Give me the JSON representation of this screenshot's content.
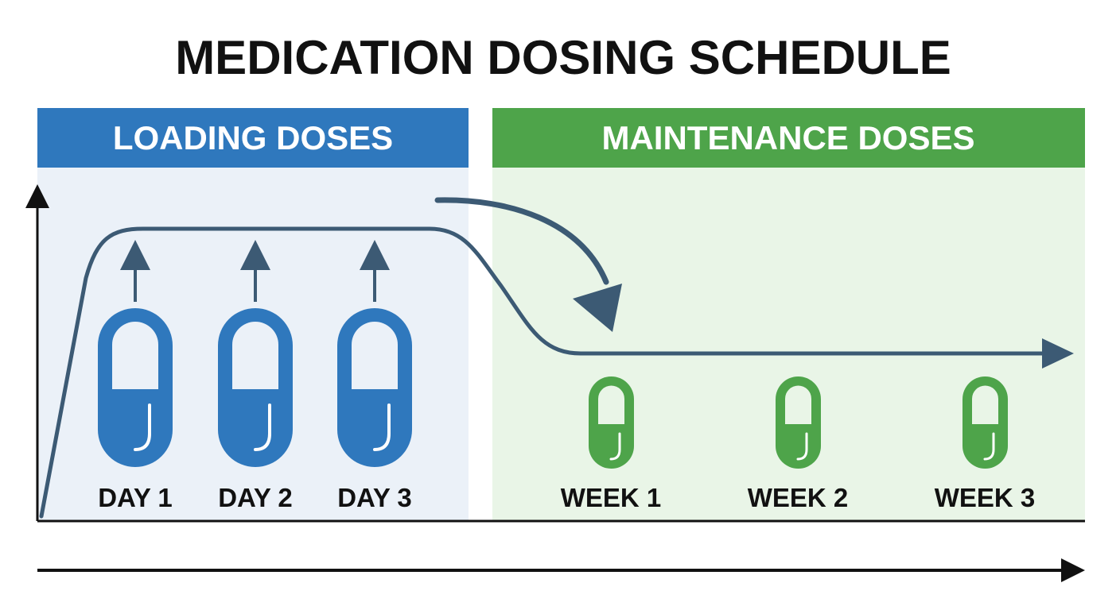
{
  "title": "MEDICATION DOSING SCHEDULE",
  "colors": {
    "loading_accent": "#2f78bd",
    "loading_bg": "#ebf1f8",
    "maintenance_accent": "#4ea44a",
    "maintenance_bg": "#e9f5e7",
    "curve": "#3c5a74",
    "axis": "#111111"
  },
  "phases": [
    {
      "label": "LOADING DOSES",
      "icon": "capsule-icon",
      "doses": [
        {
          "label": "DAY 1"
        },
        {
          "label": "DAY 2"
        },
        {
          "label": "DAY 3"
        }
      ]
    },
    {
      "label": "MAINTENANCE DOSES",
      "icon": "capsule-icon",
      "doses": [
        {
          "label": "WEEK 1"
        },
        {
          "label": "WEEK 2"
        },
        {
          "label": "WEEK 3"
        }
      ]
    }
  ]
}
